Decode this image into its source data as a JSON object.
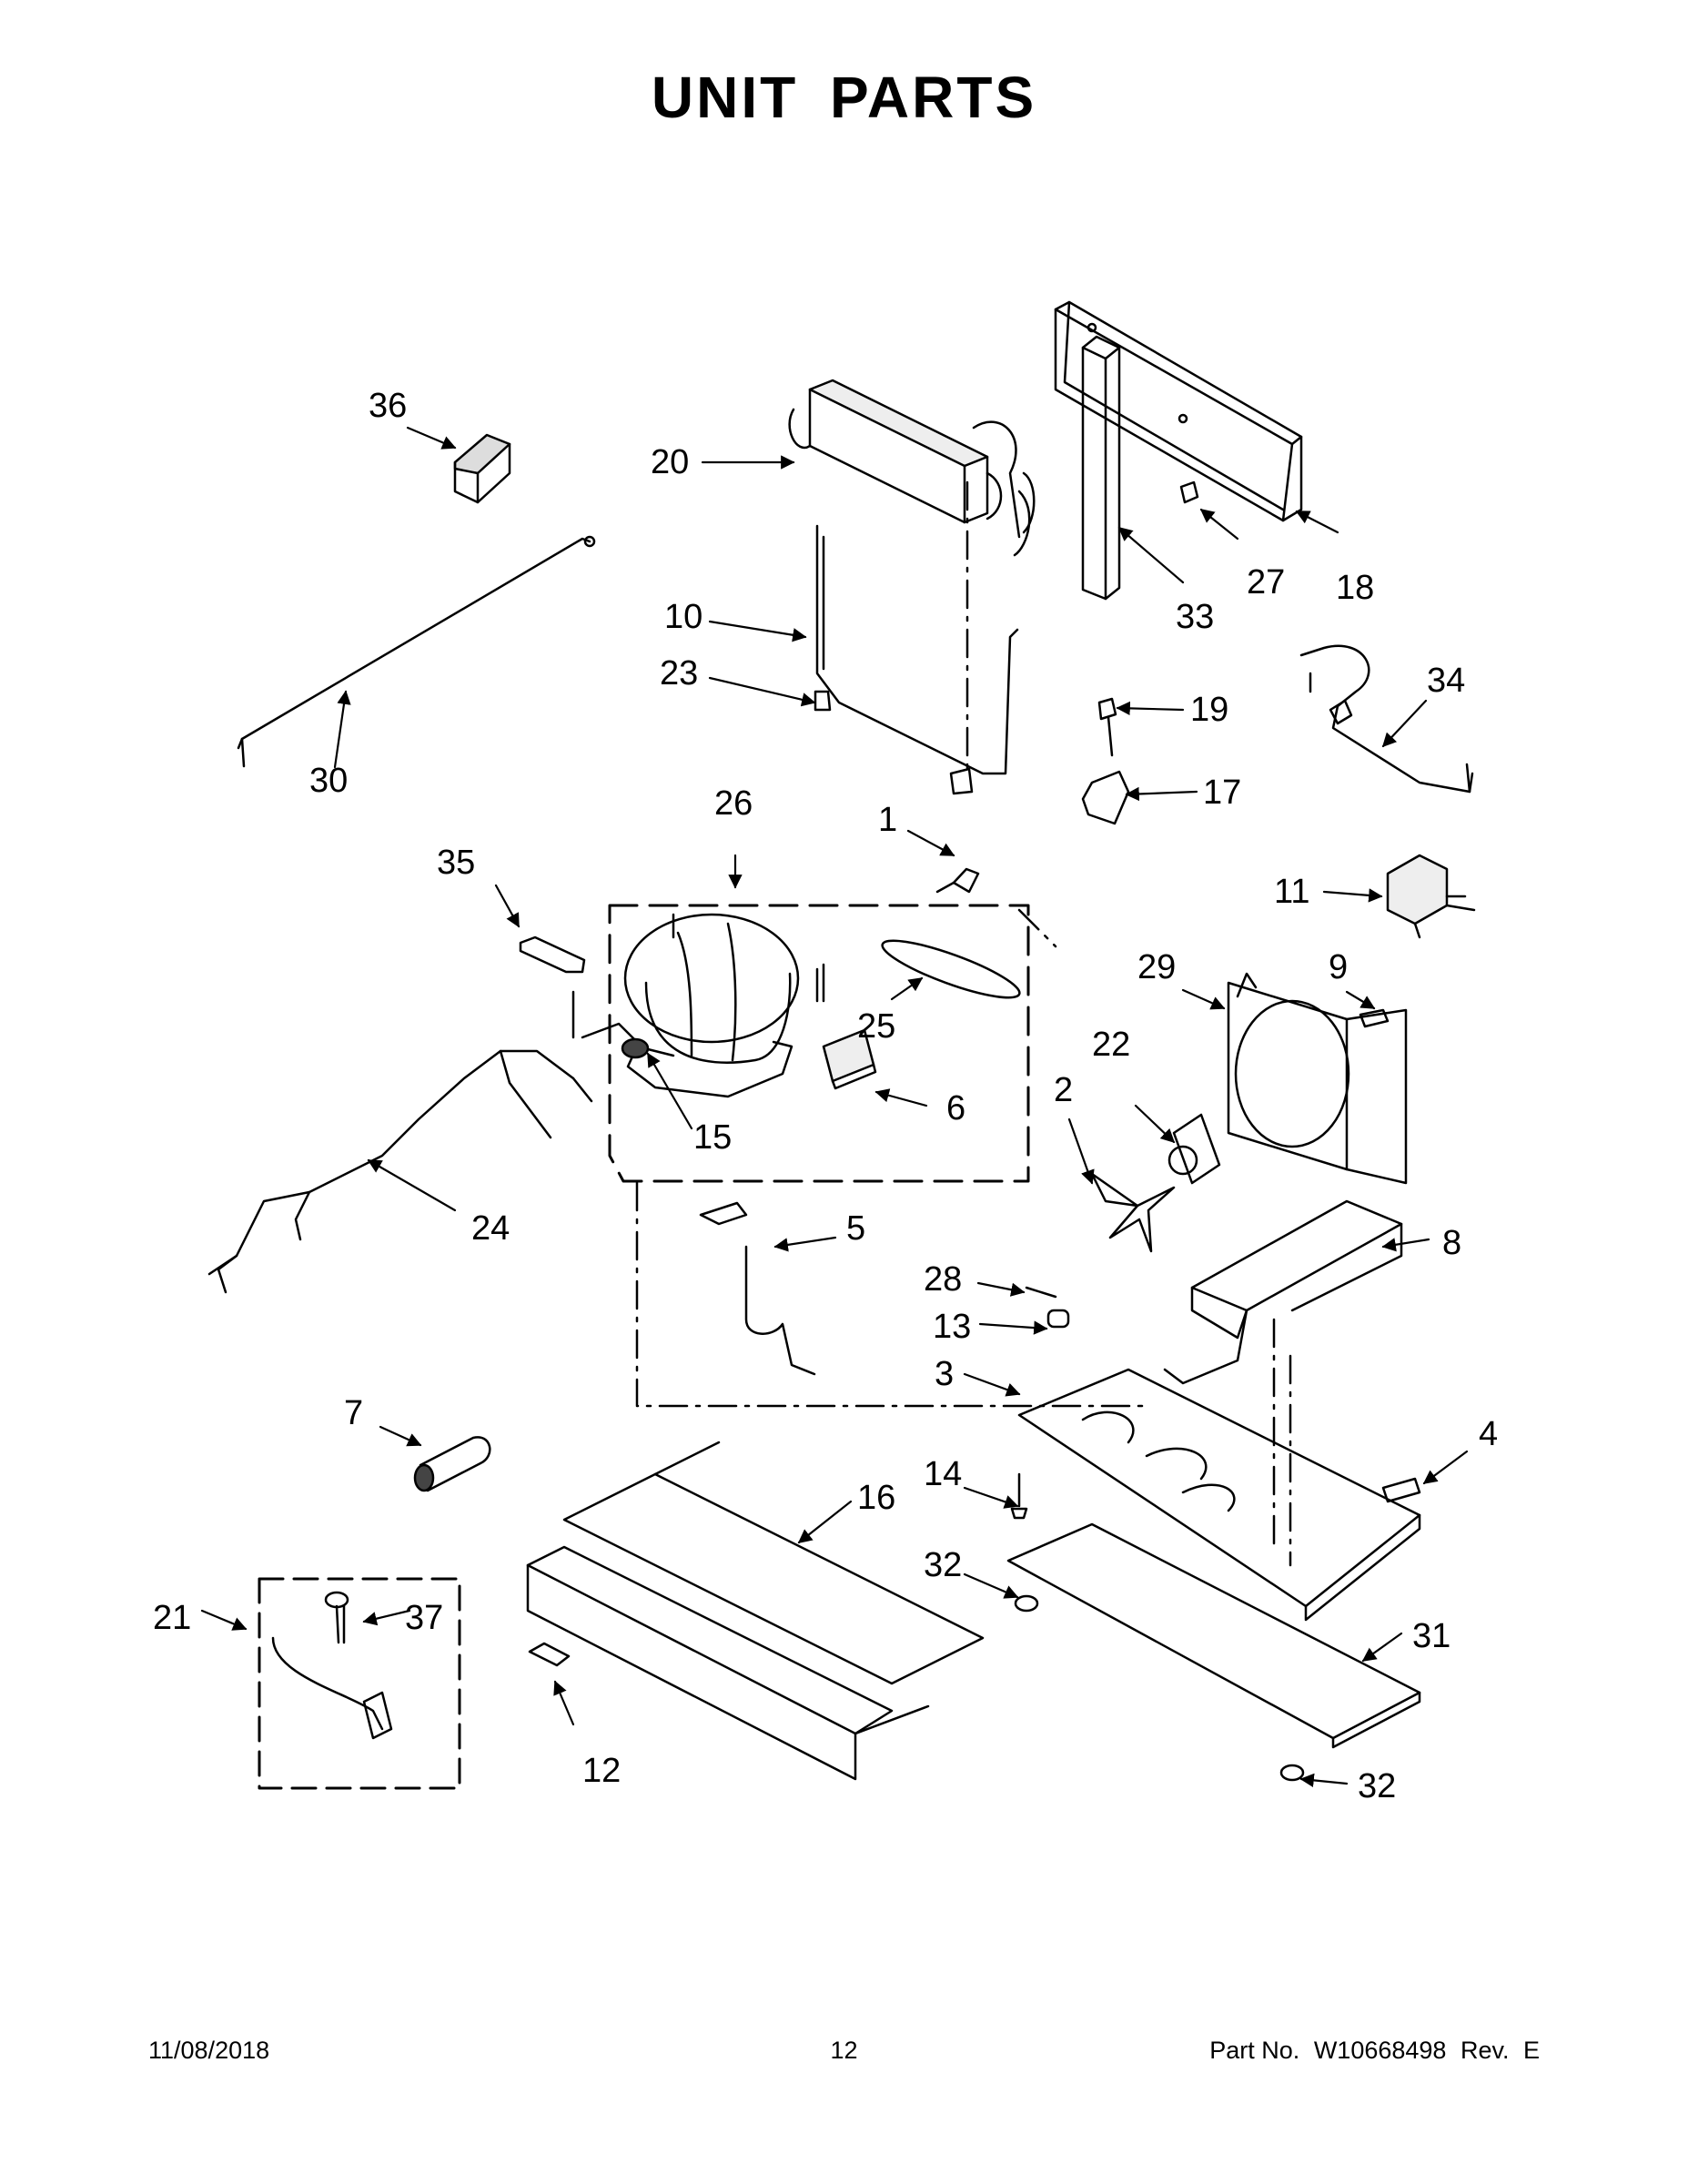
{
  "page": {
    "title": "UNIT  PARTS"
  },
  "footer": {
    "date": "11/08/2018",
    "page_number": "12",
    "part_no_label": "Part No.",
    "part_no": "W10668498",
    "rev_label": "Rev.",
    "rev": "E"
  },
  "callouts": [
    {
      "id": "c36",
      "label": "36"
    },
    {
      "id": "c20",
      "label": "20"
    },
    {
      "id": "c27",
      "label": "27"
    },
    {
      "id": "c18",
      "label": "18"
    },
    {
      "id": "c33",
      "label": "33"
    },
    {
      "id": "c10",
      "label": "10"
    },
    {
      "id": "c23",
      "label": "23"
    },
    {
      "id": "c34",
      "label": "34"
    },
    {
      "id": "c30",
      "label": "30"
    },
    {
      "id": "c19",
      "label": "19"
    },
    {
      "id": "c17",
      "label": "17"
    },
    {
      "id": "c26",
      "label": "26"
    },
    {
      "id": "c1",
      "label": "1"
    },
    {
      "id": "c35",
      "label": "35"
    },
    {
      "id": "c11",
      "label": "11"
    },
    {
      "id": "c29",
      "label": "29"
    },
    {
      "id": "c9",
      "label": "9"
    },
    {
      "id": "c25",
      "label": "25"
    },
    {
      "id": "c22",
      "label": "22"
    },
    {
      "id": "c2",
      "label": "2"
    },
    {
      "id": "c6",
      "label": "6"
    },
    {
      "id": "c15",
      "label": "15"
    },
    {
      "id": "c24",
      "label": "24"
    },
    {
      "id": "c5",
      "label": "5"
    },
    {
      "id": "c8",
      "label": "8"
    },
    {
      "id": "c28",
      "label": "28"
    },
    {
      "id": "c13",
      "label": "13"
    },
    {
      "id": "c3",
      "label": "3"
    },
    {
      "id": "c7",
      "label": "7"
    },
    {
      "id": "c4",
      "label": "4"
    },
    {
      "id": "c16",
      "label": "16"
    },
    {
      "id": "c14",
      "label": "14"
    },
    {
      "id": "c32a",
      "label": "32"
    },
    {
      "id": "c21",
      "label": "21"
    },
    {
      "id": "c37",
      "label": "37"
    },
    {
      "id": "c31",
      "label": "31"
    },
    {
      "id": "c12",
      "label": "12"
    },
    {
      "id": "c32b",
      "label": "32"
    }
  ]
}
